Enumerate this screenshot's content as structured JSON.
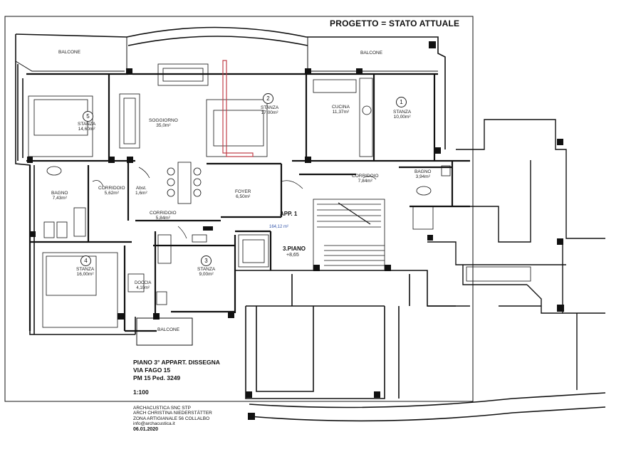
{
  "header": {
    "title": "PROGETTO = STATO ATTUALE"
  },
  "rooms": [
    {
      "id": "balcone-nw",
      "name": "BALCONE",
      "number": "",
      "area": ""
    },
    {
      "id": "balcone-ne",
      "name": "BALCONE",
      "number": "",
      "area": ""
    },
    {
      "id": "stanza-5",
      "name": "STANZA",
      "number": "5",
      "area": "14,60m²"
    },
    {
      "id": "soggiorno",
      "name": "SOGGIORNO",
      "number": "",
      "area": "35,0m²"
    },
    {
      "id": "stanza-2",
      "name": "STANZA",
      "number": "2",
      "area": "17,00m²"
    },
    {
      "id": "cucina",
      "name": "CUCINA",
      "number": "",
      "area": "11,37m²"
    },
    {
      "id": "stanza-1",
      "name": "STANZA",
      "number": "1",
      "area": "10,00m²"
    },
    {
      "id": "bagno-w",
      "name": "BAGNO",
      "number": "",
      "area": "7,43m²"
    },
    {
      "id": "corridoio-w",
      "name": "CORRIDOIO",
      "number": "",
      "area": "5,62m²"
    },
    {
      "id": "abst",
      "name": "Abst.",
      "number": "",
      "area": "1,6m²"
    },
    {
      "id": "foyer",
      "name": "FOYER",
      "number": "",
      "area": "6,50m²"
    },
    {
      "id": "corridoio-e",
      "name": "CORRIDOIO",
      "number": "",
      "area": "7,84m²"
    },
    {
      "id": "bagno-e",
      "name": "BAGNO",
      "number": "",
      "area": "3,94m²"
    },
    {
      "id": "corridoio-c",
      "name": "CORRIDOIO",
      "number": "",
      "area": "5,84m²"
    },
    {
      "id": "stanza-4",
      "name": "STANZA",
      "number": "4",
      "area": "16,00m²"
    },
    {
      "id": "doccia",
      "name": "DOCCIA",
      "number": "",
      "area": "4,10m²"
    },
    {
      "id": "stanza-3",
      "name": "STANZA",
      "number": "3",
      "area": "9,00m²"
    },
    {
      "id": "balcone-s",
      "name": "BALCONE",
      "number": "",
      "area": ""
    }
  ],
  "apartment": {
    "label": "APP. 1",
    "area": "164,12 m²"
  },
  "floor": {
    "label": "3.PIANO",
    "level": "+8,65"
  },
  "project_info": {
    "line1": "PIANO 3°   APPART. DISSEGNA",
    "line2": "VIA FAGO 15",
    "line3": "PM 15 Ped. 3249",
    "scale": "1:100"
  },
  "studio": {
    "line1": "ARCHACUSTICA SNC STP",
    "line2": "ARCH CHRISTINA NIEDERSTÄTTER",
    "line3": "ZONA ARTIGIANALE 56 COLLALBO",
    "line4": "info@archacustica.it",
    "date": "06.01.2020"
  },
  "colors": {
    "ink": "#111111",
    "highlight": "#c0404a",
    "paper": "#ffffff"
  }
}
